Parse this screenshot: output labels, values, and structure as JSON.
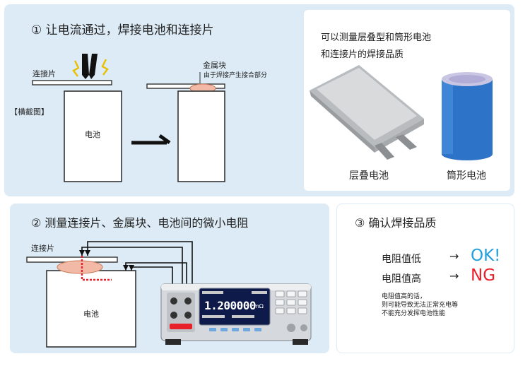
{
  "step1": {
    "title": "① 让电流通过，焊接电池和连接片",
    "tab_label": "连接片",
    "section_label": "【横截图】",
    "battery_label": "电池",
    "metal_block_label": "金属块",
    "metal_block_note": "由于焊接产生接合部分",
    "info_line1": "可以测量层叠型和筒形电池",
    "info_line2": "和连接片的焊接品质",
    "laminate_label": "层叠电池",
    "cylinder_label": "筒形电池"
  },
  "step2": {
    "title": "② 测量连接片、金属块、电池间的微小电阻",
    "tab_label": "连接片",
    "battery_label": "电池",
    "meter_reading": "1.200000",
    "meter_unit": "mΩ"
  },
  "step3": {
    "title": "③ 确认焊接品质",
    "low_label": "电阻值低",
    "low_result": "OK!",
    "high_label": "电阻值高",
    "high_result": "NG",
    "note_line1": "电阻值高的话，",
    "note_line2": "则可能导致无法正常充电等",
    "note_line3": "不能充分发挥电池性能"
  },
  "colors": {
    "panel_bg": "#dcebf6",
    "ok": "#1fa0dc",
    "ng": "#e8202a",
    "weld": "#f2b9a6",
    "cylinder": "#2d73c8",
    "meter_screen": "#0d1a4a"
  }
}
